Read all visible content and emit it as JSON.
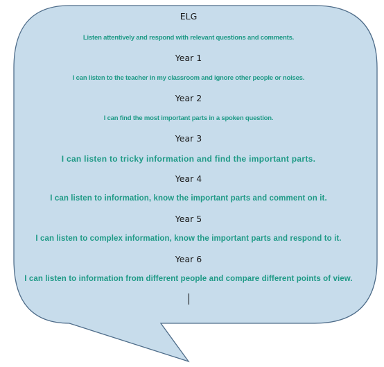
{
  "colors": {
    "bubble_fill": "#c7dceb",
    "bubble_stroke": "#4f6d8a",
    "statement_text": "#1f9a86",
    "heading_text": "#1a1a1a"
  },
  "elg": {
    "heading": "ELG",
    "statement": "Listen attentively and respond with relevant questions and comments."
  },
  "years": [
    {
      "heading": "Year 1",
      "statement": "I can listen to the teacher in my classroom and ignore other people or noises."
    },
    {
      "heading": "Year 2",
      "statement": "I can find the most important parts in a spoken question."
    },
    {
      "heading": "Year 3",
      "statement": "I can listen to tricky information and find the important parts."
    },
    {
      "heading": "Year 4",
      "statement": "I can listen to information, know the important parts and comment on it."
    },
    {
      "heading": "Year 5",
      "statement": "I can listen to complex information, know the important parts and respond to it."
    },
    {
      "heading": "Year 6",
      "statement": "I can listen to information from different people and compare different points of view."
    }
  ]
}
